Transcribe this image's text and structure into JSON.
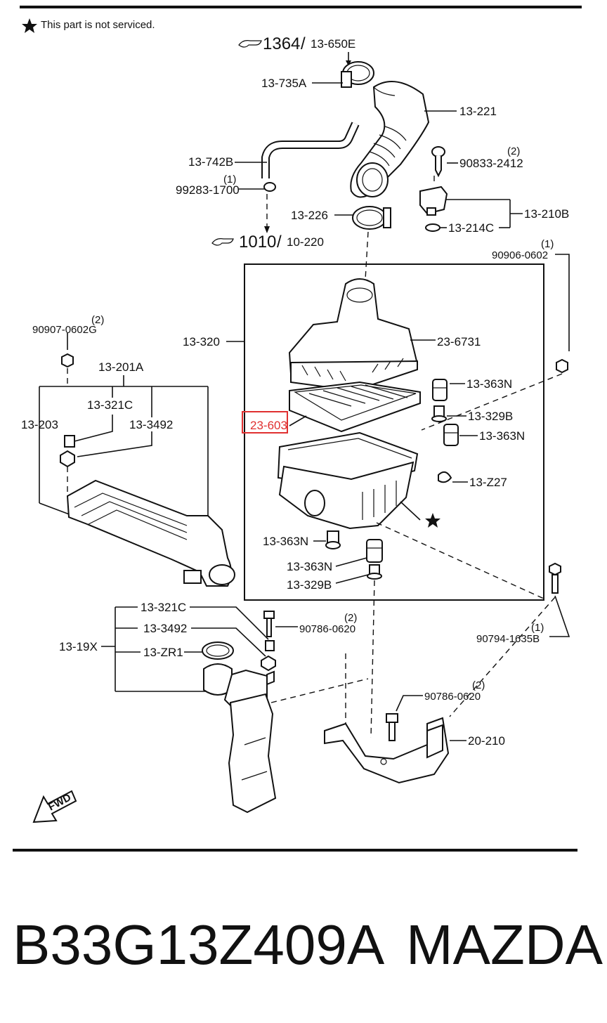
{
  "note": "This part is not serviced.",
  "refs": {
    "ref1_num": "1364",
    "ref1_code": "13-650E",
    "ref2_num": "1010",
    "ref2_code": "10-220"
  },
  "labels": {
    "l_13_735A": "13-735A",
    "l_13_221": "13-221",
    "l_13_742B": "13-742B",
    "l_99283_qty": "(1)",
    "l_99283": "99283-1700",
    "l_90833_qty": "(2)",
    "l_90833": "90833-2412",
    "l_13_226": "13-226",
    "l_13_210B": "13-210B",
    "l_13_214C": "13-214C",
    "l_90906_qty": "(1)",
    "l_90906": "90906-0602",
    "l_90907_qty": "(2)",
    "l_90907": "90907-0602G",
    "l_13_320": "13-320",
    "l_23_6731": "23-6731",
    "l_13_201A": "13-201A",
    "l_13_363N_a": "13-363N",
    "l_13_321C_a": "13-321C",
    "l_13_203": "13-203",
    "l_13_3492_a": "13-3492",
    "l_23_603": "23-603",
    "l_13_329B_a": "13-329B",
    "l_13_363N_b": "13-363N",
    "l_13_Z27": "13-Z27",
    "l_13_363N_c": "13-363N",
    "l_13_363N_d": "13-363N",
    "l_13_329B_b": "13-329B",
    "l_13_321C_b": "13-321C",
    "l_90786_qty_a": "(2)",
    "l_90786_a": "90786-0620",
    "l_13_3492_b": "13-3492",
    "l_13_19X": "13-19X",
    "l_13_ZR1": "13-ZR1",
    "l_90794_qty": "(1)",
    "l_90794": "90794-1635B",
    "l_90786_qty_b": "(2)",
    "l_90786_b": "90786-0620",
    "l_20_210": "20-210",
    "fwd": "FWD"
  },
  "highlight_color": "#e03030",
  "footer": {
    "part_number": "B33G13Z409A",
    "brand": "MAZDA"
  }
}
